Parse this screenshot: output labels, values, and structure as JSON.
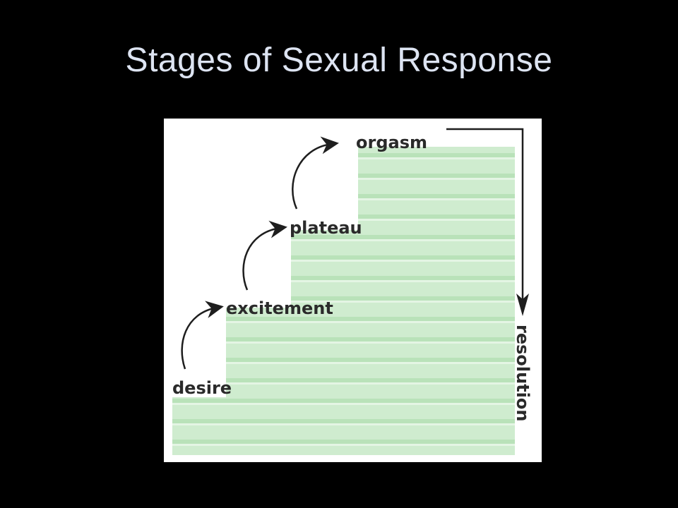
{
  "slide": {
    "title": "Stages of Sexual Response"
  },
  "diagram": {
    "stages": [
      "desire",
      "excitement",
      "plateau",
      "orgasm",
      "resolution"
    ],
    "colors": {
      "band": "#cfeccf",
      "stripe": "#b6e0b6",
      "label": "#2a2a2a",
      "arrow": "#1e1e1e"
    }
  }
}
